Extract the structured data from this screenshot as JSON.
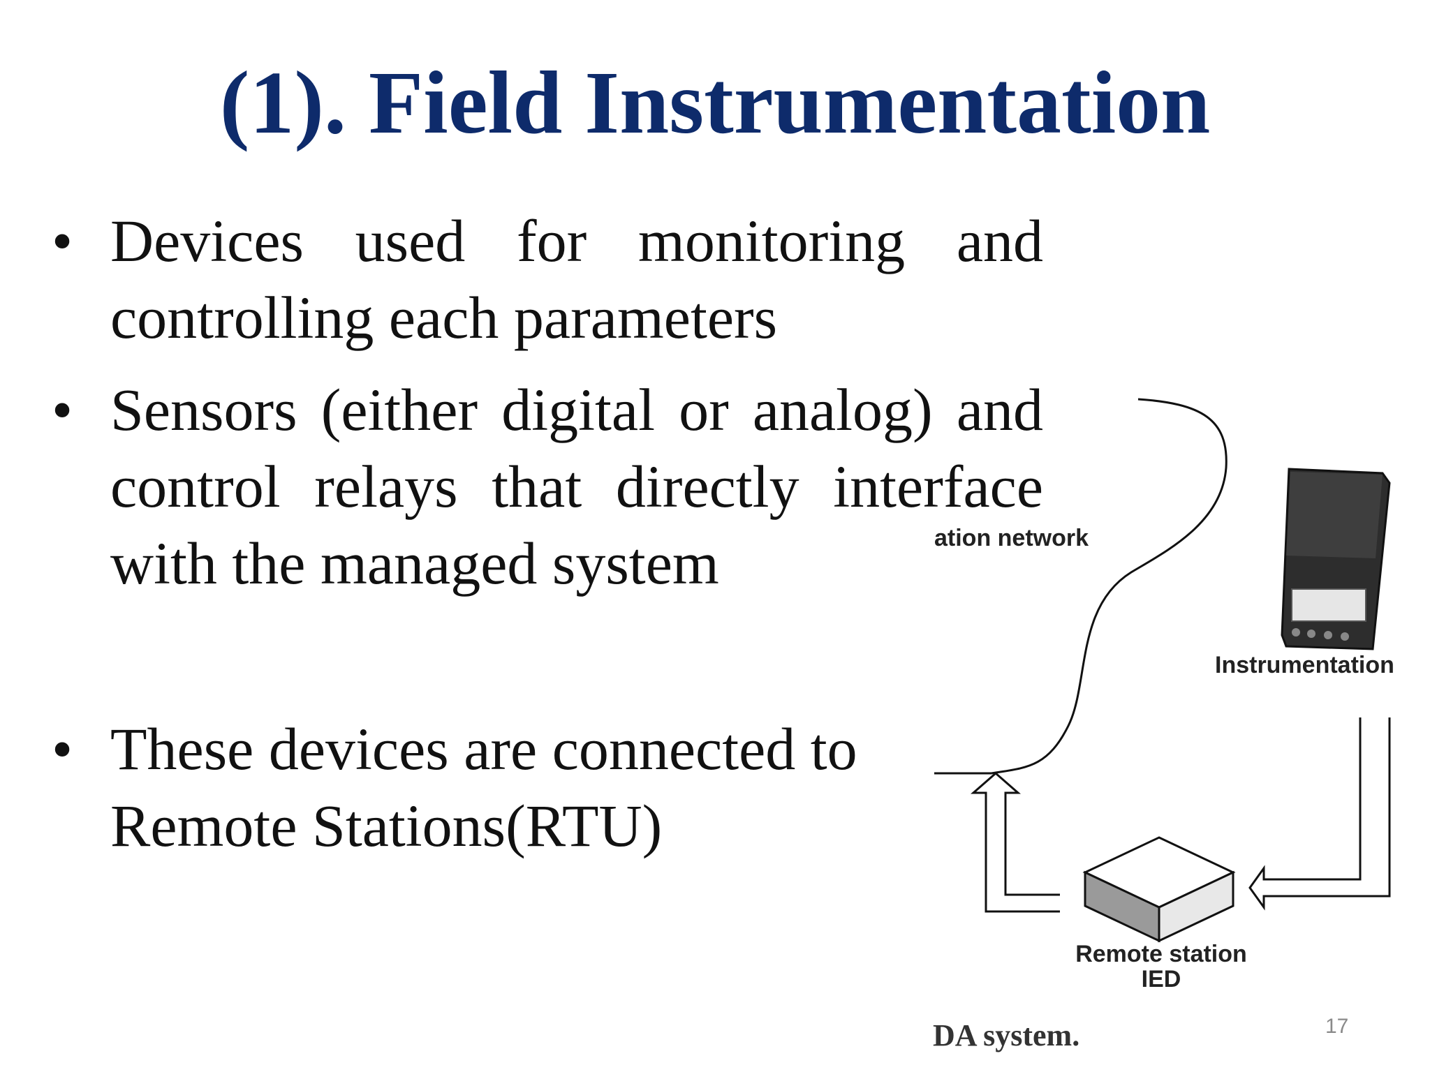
{
  "slide": {
    "title": "(1). Field Instrumentation",
    "bullets": [
      {
        "marker": "•",
        "text": "Devices used for monitoring and controlling each parameters"
      },
      {
        "marker": "•",
        "text": "Sensors (either digital or analog) and control relays that directly interface with the managed system"
      },
      {
        "marker": "•",
        "text": "These devices are connected to Remote Stations(RTU)"
      }
    ],
    "page_number": "17"
  },
  "diagram": {
    "network_label": "ation network",
    "instrumentation_label": "Instrumentation",
    "remote_station_label": "Remote station",
    "ied_label": "IED",
    "caption_fragment": "DA system."
  },
  "colors": {
    "title": "#0e2b6b",
    "body_text": "#111111",
    "background": "#ffffff"
  }
}
